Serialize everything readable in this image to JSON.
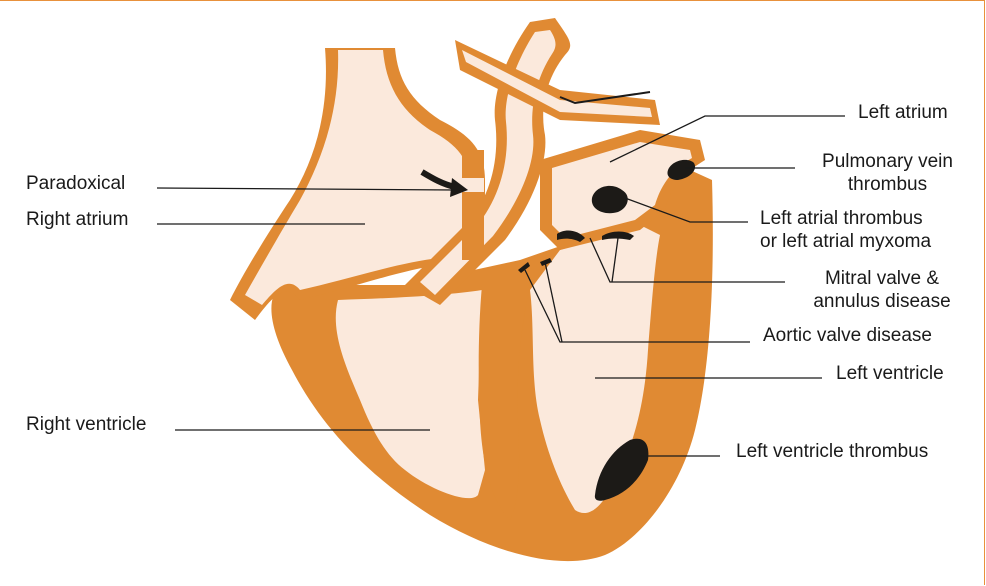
{
  "labels": {
    "paradoxical": "Paradoxical",
    "right_atrium": "Right atrium",
    "right_ventricle": "Right ventricle",
    "left_atrium": "Left atrium",
    "pulmonary_vein_thrombus_1": "Pulmonary vein",
    "pulmonary_vein_thrombus_2": "thrombus",
    "left_atrial_thrombus_1": "Left atrial thrombus",
    "left_atrial_thrombus_2": "or left atrial myxoma",
    "mitral_valve_1": "Mitral valve &",
    "mitral_valve_2": "annulus disease",
    "aortic_valve_disease": "Aortic valve disease",
    "left_ventricle": "Left ventricle",
    "left_ventricle_thrombus": "Left ventricle thrombus"
  },
  "colors": {
    "wall": "#e08a33",
    "chamber": "#fbe9dc",
    "thrombus": "#1c1a17",
    "leader": "#1a1a1a",
    "frame": "#e8913c"
  }
}
